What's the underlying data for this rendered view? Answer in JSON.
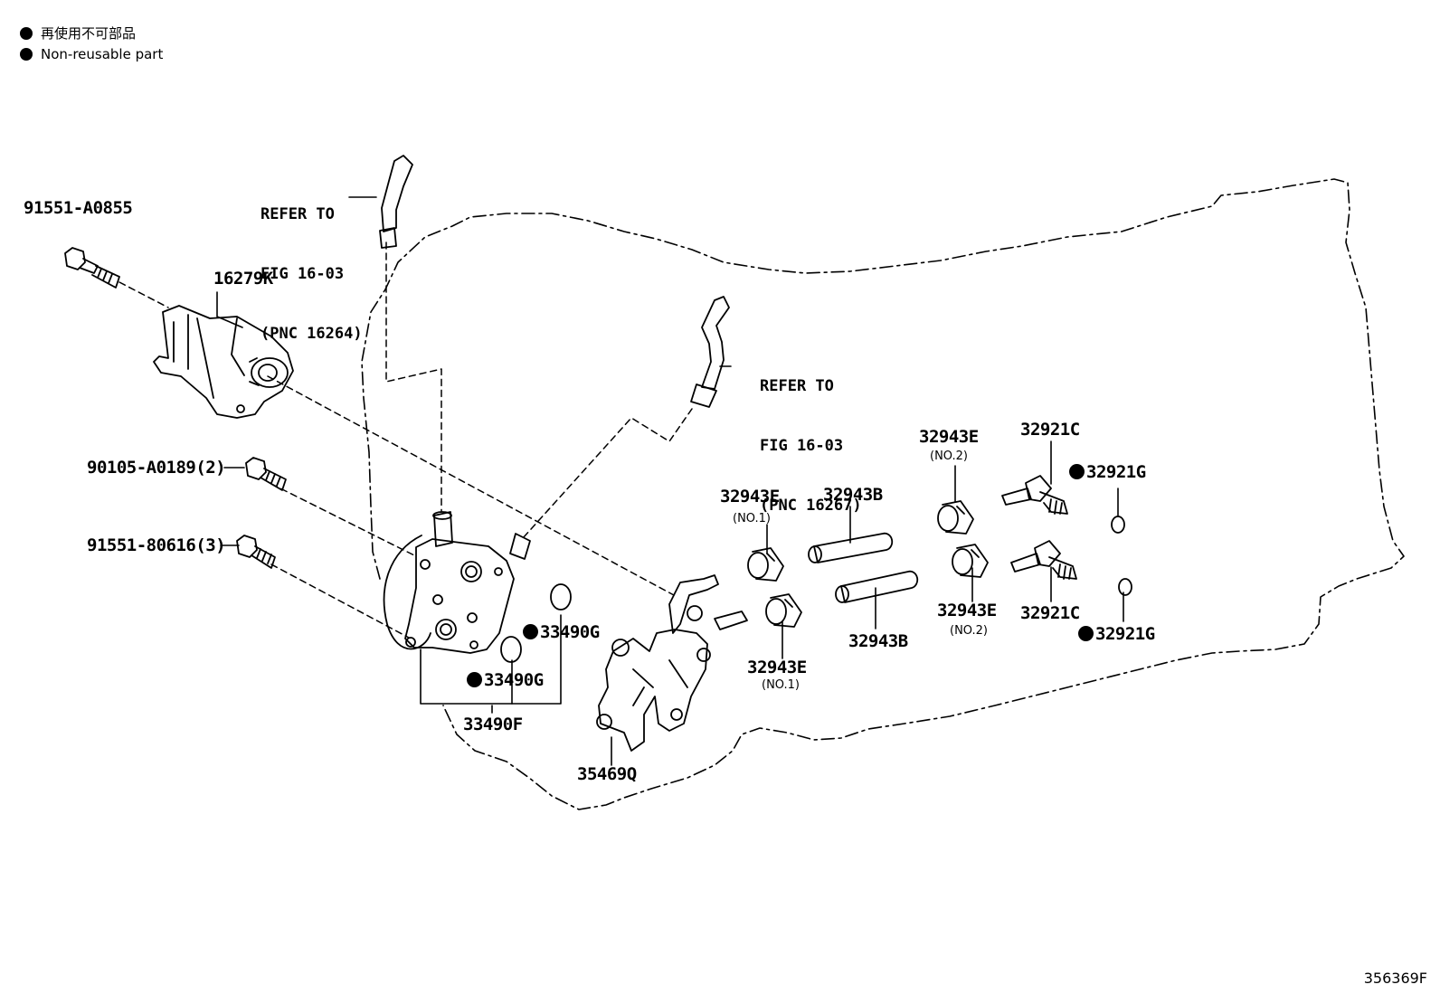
{
  "legend": {
    "items": [
      {
        "text": "再使用不可部品"
      },
      {
        "text": "Non-reusable part"
      }
    ]
  },
  "references": [
    {
      "id": "ref1",
      "lines": [
        "REFER TO",
        "FIG 16-03",
        "(PNC 16264)"
      ]
    },
    {
      "id": "ref2",
      "lines": [
        "REFER TO",
        "FIG 16-03",
        "(PNC 16267)"
      ]
    }
  ],
  "parts": [
    {
      "id": "p91551a",
      "label": "91551-A0855",
      "non_reusable": false
    },
    {
      "id": "p16279k",
      "label": "16279K",
      "non_reusable": false
    },
    {
      "id": "p90105",
      "label": "90105-A0189(2)",
      "non_reusable": false
    },
    {
      "id": "p91551b",
      "label": "91551-80616(3)",
      "non_reusable": false
    },
    {
      "id": "p33490g1",
      "label": "33490G",
      "non_reusable": true
    },
    {
      "id": "p33490g2",
      "label": "33490G",
      "non_reusable": true
    },
    {
      "id": "p33490f",
      "label": "33490F",
      "non_reusable": false
    },
    {
      "id": "p35469q",
      "label": "35469Q",
      "non_reusable": false
    },
    {
      "id": "p32943e1",
      "label": "32943E",
      "sub": "(NO.1)",
      "non_reusable": false
    },
    {
      "id": "p32943b1",
      "label": "32943B",
      "non_reusable": false
    },
    {
      "id": "p32943e2",
      "label": "32943E",
      "sub": "(NO.1)",
      "non_reusable": false
    },
    {
      "id": "p32943b2",
      "label": "32943B",
      "non_reusable": false
    },
    {
      "id": "p32943e3",
      "label": "32943E",
      "sub": "(NO.2)",
      "non_reusable": false
    },
    {
      "id": "p32921c1",
      "label": "32921C",
      "non_reusable": false
    },
    {
      "id": "p32921g1",
      "label": "32921G",
      "non_reusable": true
    },
    {
      "id": "p32943e4",
      "label": "32943E",
      "sub": "(NO.2)",
      "non_reusable": false
    },
    {
      "id": "p32921c2",
      "label": "32921C",
      "non_reusable": false
    },
    {
      "id": "p32921g2",
      "label": "32921G",
      "non_reusable": true
    }
  ],
  "figure_id": "356369F"
}
